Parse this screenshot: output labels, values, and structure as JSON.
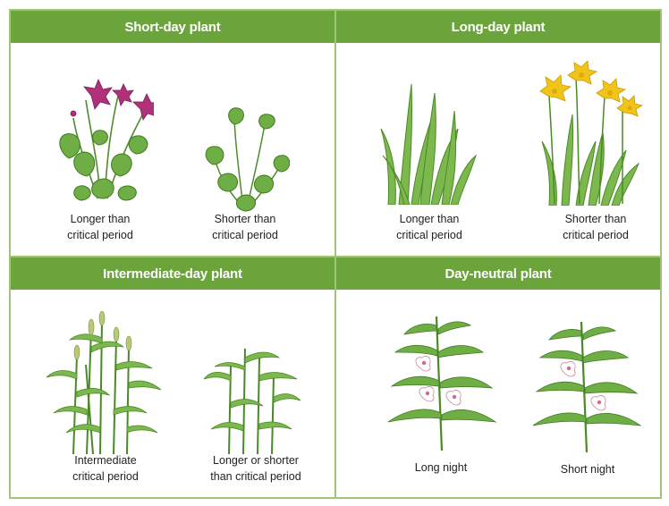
{
  "panels": [
    {
      "title": "Short-day plant",
      "left_caption": [
        "Longer than",
        "critical period"
      ],
      "right_caption": [
        "Shorter than",
        "critical period"
      ],
      "left_icon": "violet-flowering-icon",
      "right_icon": "violet-leafy-icon"
    },
    {
      "title": "Long-day plant",
      "left_caption": [
        "Longer than",
        "critical period"
      ],
      "right_caption": [
        "Shorter than",
        "critical period"
      ],
      "left_icon": "daffodil-leaves-icon",
      "right_icon": "daffodil-flowering-icon"
    },
    {
      "title": "Intermediate-day plant",
      "left_caption": [
        "Intermediate",
        "critical period"
      ],
      "right_caption": [
        "Longer or shorter",
        "than critical period"
      ],
      "left_icon": "grass-flowering-icon",
      "right_icon": "grass-leafy-icon"
    },
    {
      "title": "Day-neutral plant",
      "left_caption": [
        "Long night"
      ],
      "right_caption": [
        "Short night"
      ],
      "left_icon": "balsam-plant-icon",
      "right_icon": "balsam-plant-icon"
    }
  ],
  "colors": {
    "header": "#6aa43a",
    "border": "#9fc47a",
    "leaf": "#6fae45",
    "violet": "#b0317a",
    "daffodil": "#f1c419"
  }
}
